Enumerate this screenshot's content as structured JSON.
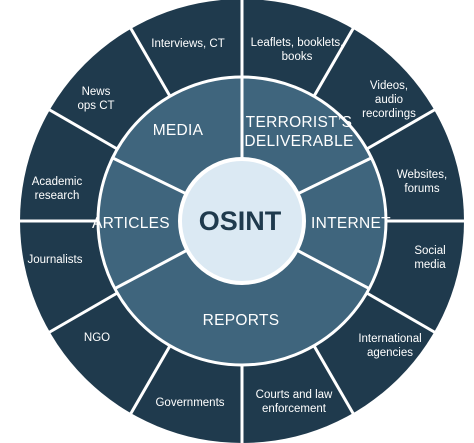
{
  "diagram": {
    "center_label": "OSINT",
    "middle_ring": [
      {
        "label": "MEDIA"
      },
      {
        "label": "TERRORIST’S DELIVERABLE"
      },
      {
        "label": "INTERNET"
      },
      {
        "label": "REPORTS"
      },
      {
        "label": "ARTICLES"
      }
    ],
    "outer_ring": [
      {
        "label": "Leaflets, booklets, books"
      },
      {
        "label": "Videos, audio recordings"
      },
      {
        "label": "Websites, forums"
      },
      {
        "label": "Social media"
      },
      {
        "label": "International agencies"
      },
      {
        "label": "Courts and law enforcement"
      },
      {
        "label": "Governments"
      },
      {
        "label": "NGO"
      },
      {
        "label": "Journalists"
      },
      {
        "label": "Academic research"
      },
      {
        "label": "News ops CT"
      },
      {
        "label": "Interviews, CT"
      }
    ],
    "colors": {
      "outer_ring": "#1f3a4d",
      "middle_ring": "#3f657d",
      "core": "#dbe9f3",
      "divider": "#ffffff",
      "core_text": "#1f3a4d",
      "ring_text": "#ffffff"
    }
  }
}
